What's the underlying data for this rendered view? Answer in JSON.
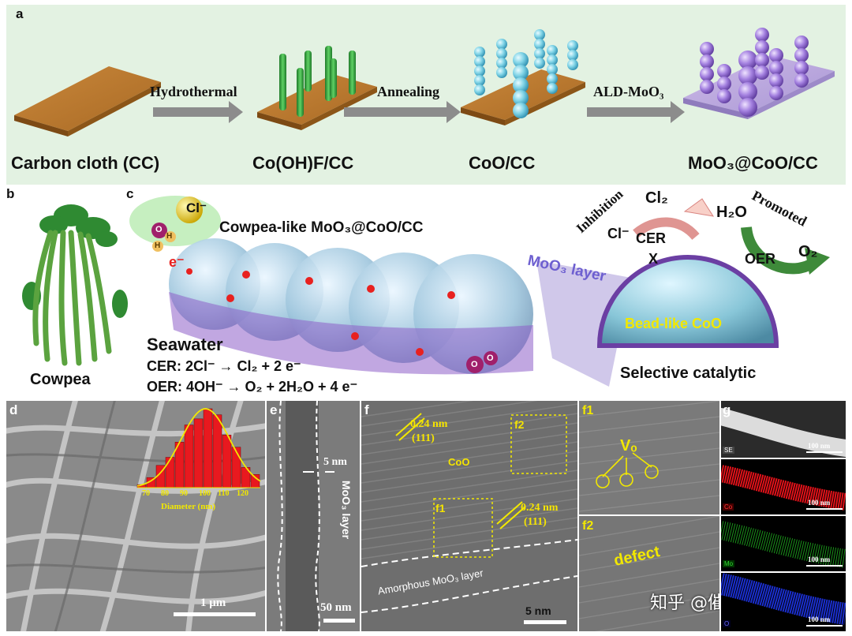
{
  "panel_a": {
    "letter": "a",
    "steps": [
      "Carbon cloth (CC)",
      "Co(OH)F/CC",
      "CoO/CC",
      "MoO₃@CoO/CC"
    ],
    "arrows": [
      "Hydrothermal",
      "Annealing",
      "ALD-MoO₃"
    ]
  },
  "panel_b": {
    "letter": "b",
    "label": "Cowpea"
  },
  "panel_c": {
    "letter": "c",
    "title": "Cowpea-like MoO₃@CoO/CC",
    "chloride": "Cl⁻",
    "electron": "e⁻",
    "atom_o": "O",
    "atom_h": "H",
    "seawater": "Seawater",
    "cer_eq": "CER: 2Cl⁻ → Cl₂ + 2 e⁻",
    "oer_eq": "OER: 4OH⁻ → O₂ + 2H₂O + 4 e⁻",
    "moo3_layer": "MoO₃ layer",
    "bead_coo": "Bead-like CoO",
    "selective": "Selective catalytic",
    "inhibition": "Inhibition",
    "promoted": "Promoted",
    "cl2": "Cl₂",
    "cl_minus": "Cl⁻",
    "cer": "CER",
    "x_mark": "X",
    "h2o": "H₂O",
    "oer": "OER",
    "o2": "O₂"
  },
  "panel_d": {
    "letter": "d",
    "scalebar": "1 μm",
    "hist_xlabel": "Diameter (nm)",
    "hist_ticks": [
      "70",
      "80",
      "90",
      "100",
      "110",
      "120"
    ]
  },
  "panel_e": {
    "letter": "e",
    "thickness": "5 nm",
    "layer_label": "MoO₃ layer",
    "scalebar": "50 nm"
  },
  "panel_f": {
    "letter": "f",
    "d1": "0.24 nm",
    "plane1": "(111)",
    "d2": "0.24 nm",
    "plane2": "(111)",
    "coo": "CoO",
    "box1": "f1",
    "box2": "f2",
    "amorphous": "Amorphous MoO₃ layer",
    "scalebar": "5 nm"
  },
  "panel_f1": {
    "label": "f1",
    "vo": "Vₒ"
  },
  "panel_f2": {
    "label": "f2",
    "defect": "defect"
  },
  "panel_g": {
    "letter": "g",
    "maps": [
      "SE",
      "Co",
      "Mo",
      "O"
    ],
    "scalebar": "100 nm"
  },
  "watermark": "知乎 @催化视界",
  "chart_data": {
    "type": "bar",
    "categories": [
      "65",
      "70",
      "75",
      "80",
      "85",
      "90",
      "95",
      "100",
      "105",
      "110",
      "115",
      "120"
    ],
    "values": [
      3,
      10,
      22,
      30,
      45,
      62,
      68,
      78,
      72,
      52,
      40,
      20,
      13
    ],
    "xlabel": "Diameter (nm)",
    "fit": "gaussian",
    "colors": {
      "bar": "#e8191f",
      "fit": "#f2e800"
    }
  }
}
